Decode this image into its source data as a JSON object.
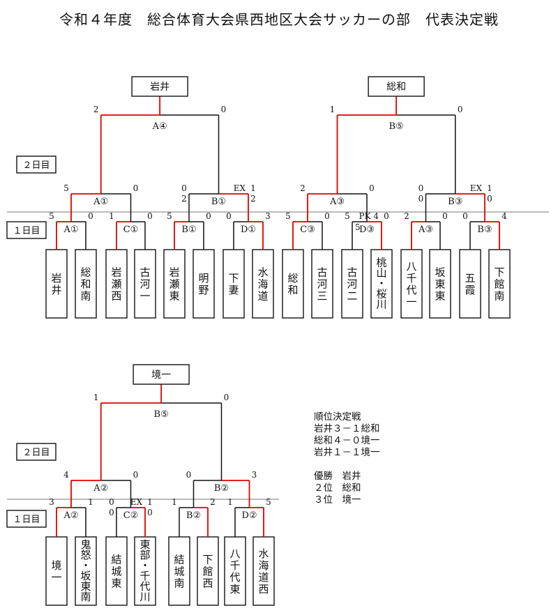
{
  "title": "令和４年度　総合体育大会県西地区大会サッカーの部　代表決定戦",
  "day_labels": {
    "day1": "１日目",
    "day2": "２日目"
  },
  "bracket1": {
    "teams": [
      "岩井",
      "総和南",
      "岩瀬西",
      "古河一",
      "岩瀬東",
      "明野",
      "下妻",
      "水海道",
      "総和",
      "古河三",
      "古河二",
      "桃山・桜川",
      "八千代一",
      "坂東東",
      "五霞",
      "下館南"
    ],
    "r1": [
      {
        "label": "A①",
        "l": "5",
        "r": "0"
      },
      {
        "label": "C①",
        "l": "1",
        "r": "0"
      },
      {
        "label": "B①",
        "l": "5",
        "r": "0"
      },
      {
        "label": "D①",
        "l": "0",
        "r": "3"
      },
      {
        "label": "C③",
        "l": "5",
        "r": "0"
      },
      {
        "label": "D③",
        "l": "5",
        "r": "0",
        "note": "PK 4",
        "note2": "5"
      },
      {
        "label": "A③",
        "l": "2",
        "r": "0"
      },
      {
        "label": "B③",
        "l": "0",
        "r": "4"
      }
    ],
    "r2": [
      {
        "label": "A①",
        "l": "5",
        "r": "0"
      },
      {
        "label": "B①",
        "l": "0",
        "l2": "2",
        "r": "1",
        "r2": "2",
        "note": "EX"
      },
      {
        "label": "A③",
        "l": "2",
        "r": "0"
      },
      {
        "label": "B③",
        "l": "0",
        "l2": "0",
        "r": "1",
        "r2": "0",
        "note": "EX"
      }
    ],
    "r3": [
      {
        "label": "A④",
        "l": "2",
        "r": "0"
      },
      {
        "label": "B⑤",
        "l": "1",
        "r": "0"
      }
    ],
    "winners": [
      "岩井",
      "総和"
    ]
  },
  "bracket2": {
    "teams": [
      "境一",
      "鬼怒・坂東南",
      "結城東",
      "東部・千代川",
      "結城南",
      "下館西",
      "八千代東",
      "水海道西"
    ],
    "r1": [
      {
        "label": "A②",
        "l": "3",
        "r": "1"
      },
      {
        "label": "C②",
        "l": "0",
        "l2": "0",
        "r": "1",
        "r2": "0",
        "note": "EX"
      },
      {
        "label": "B②",
        "l": "1",
        "r": "2"
      },
      {
        "label": "D②",
        "l": "1",
        "r": "5"
      }
    ],
    "r2": [
      {
        "label": "A②",
        "l": "4",
        "r": "0"
      },
      {
        "label": "B②",
        "l": "0",
        "r": "3"
      }
    ],
    "r3": [
      {
        "label": "B⑤",
        "l": "1",
        "r": "0"
      }
    ],
    "winners": [
      "境一"
    ]
  },
  "notes": {
    "heading": "順位決定戦",
    "results": [
      "岩井３－１総和",
      "総和４－０境一",
      "岩井１－１境一"
    ],
    "ranking": [
      "優勝　岩井",
      "２位　総和",
      "３位　境一"
    ]
  }
}
